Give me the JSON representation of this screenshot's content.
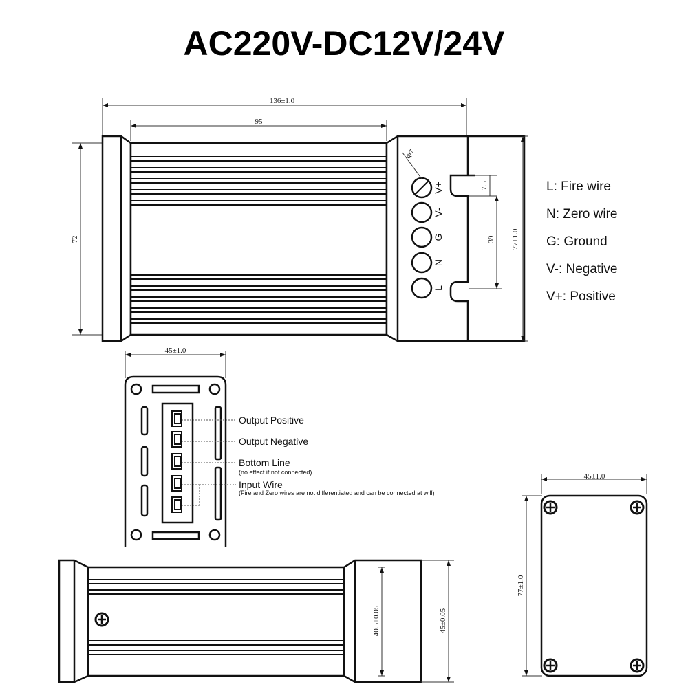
{
  "title": "AC220V-DC12V/24V",
  "dimensions": {
    "top_length": "136±1.0",
    "top_body": "95",
    "top_height": "72",
    "top_end": "77±1.0",
    "pin_gap": "7.5",
    "pin_span": "39",
    "hole_dia": "Φ7",
    "front_width": "45±1.0",
    "side_width": "45±1.0",
    "side_height": "77±1.0",
    "bottom_inner": "40.5±0.05",
    "bottom_outer": "45±0.05"
  },
  "terminal_labels": [
    "V+",
    "V-",
    "G",
    "N",
    "L"
  ],
  "legend": [
    "L: Fire wire",
    "N: Zero wire",
    "G: Ground",
    "V-: Negative",
    "V+: Positive"
  ],
  "connector_notes": [
    {
      "label": "Output Positive",
      "sub": ""
    },
    {
      "label": "Output Negative",
      "sub": ""
    },
    {
      "label": "Bottom Line",
      "sub": "(no effect if not connected)"
    },
    {
      "label": "Input Wire",
      "sub": "(Fire and Zero wires are not differentiated and can be connected at will)"
    }
  ]
}
